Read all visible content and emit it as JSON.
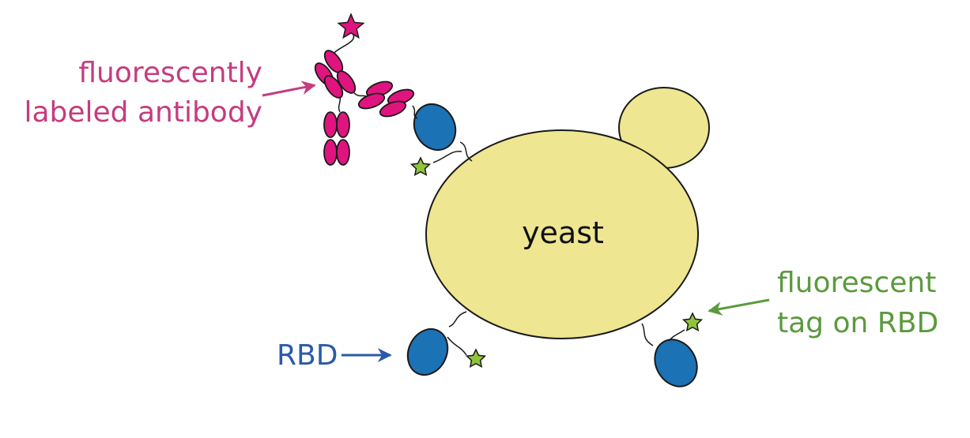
{
  "cell": {
    "label": "yeast"
  },
  "labels": {
    "antibody_line1": "fluorescently",
    "antibody_line2": "labeled antibody",
    "rbd": "RBD",
    "tag_line1": "fluorescent",
    "tag_line2": "tag on RBD"
  },
  "colors": {
    "antibody": "#c53c7f",
    "antibody_fill": "#e0147f",
    "rbd": "#2b5aa8",
    "rbd_fill": "#1b72b4",
    "tag": "#5b9a3d",
    "tag_fill": "#8fc43a",
    "yeast_fill": "#eee691",
    "outline": "#1a1a1a"
  }
}
